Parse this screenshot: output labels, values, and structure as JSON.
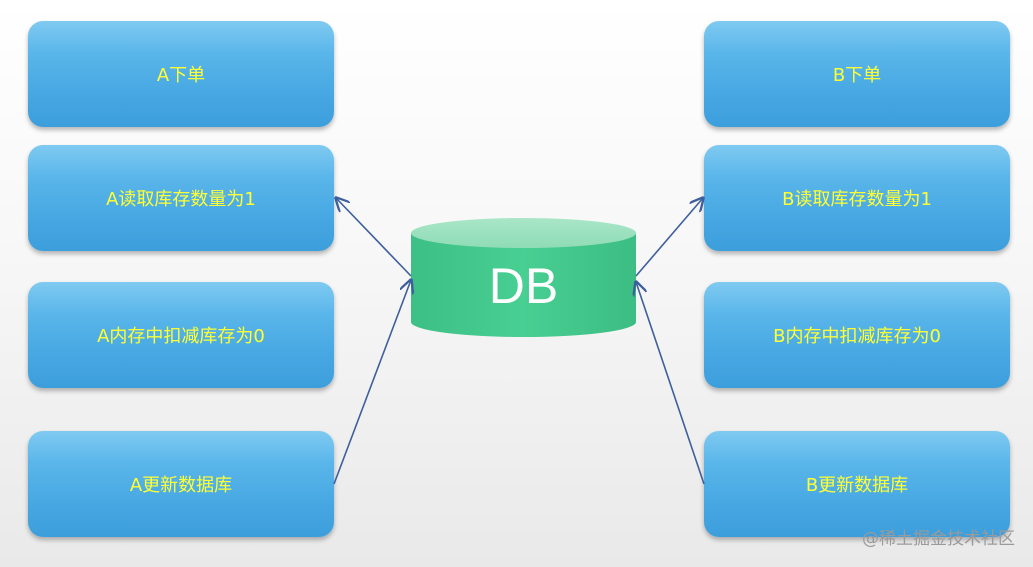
{
  "left_steps": [
    "A下单",
    "A读取库存数量为1",
    "A内存中扣减库存为0",
    "A更新数据库"
  ],
  "right_steps": [
    "B下单",
    "B读取库存数量为1",
    "B内存中扣减库存为0",
    "B更新数据库"
  ],
  "database": {
    "label": "DB"
  },
  "watermark": "@稀土掘金技术社区",
  "colors": {
    "box_fill": "#4aa9e4",
    "box_text": "#ffff33",
    "db_fill": "#3dc58a",
    "db_top": "#9ee2c0",
    "arrow": "#3d5f9c"
  }
}
